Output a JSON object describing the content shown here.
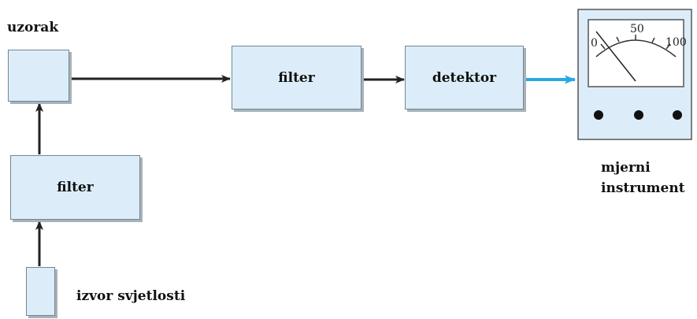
{
  "labels": {
    "sample": "uzorak",
    "light_source": "izvor svjetlosti",
    "instrument_line1": "mjerni",
    "instrument_line2": "instrument"
  },
  "boxes": {
    "filter_left": "filter",
    "filter_right": "filter",
    "detector": "detektor"
  },
  "meter": {
    "scale_min": "0",
    "scale_mid": "50",
    "scale_max": "100"
  },
  "colors": {
    "box_fill": "#dcedf9",
    "arrow_dark": "#222222",
    "arrow_signal": "#29a9e1"
  }
}
